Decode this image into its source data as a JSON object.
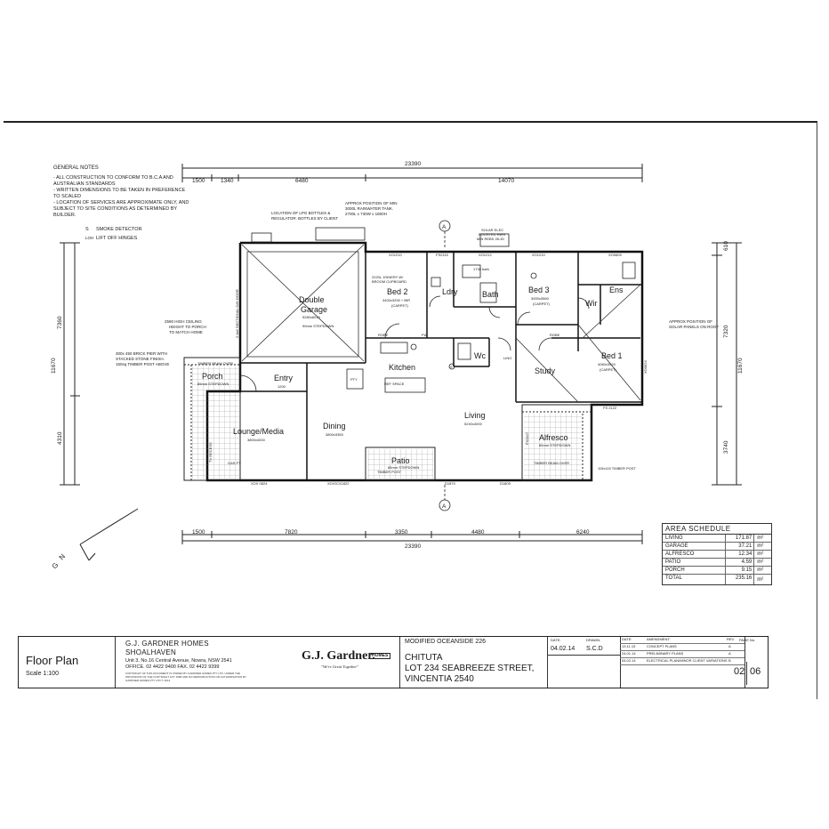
{
  "general_notes": {
    "title": "GENERAL NOTES",
    "lines": [
      "- ALL CONSTRUCTION TO CONFORM TO B.C.A AND",
      "AUSTRALIAN STANDARDS",
      "- WRITTEN DIMENSIONS TO BE TAKEN IN PREFERENCE",
      "TO SCALED",
      "- LOCATION OF SERVICES ARE APPROXIMATE ONLY, AND",
      "SUBJECT TO SITE CONDITIONS AS DETERMINED BY",
      "BUILDER."
    ]
  },
  "legend": {
    "smoke_symbol": "S",
    "smoke_label": "SMOKE DETECTOR",
    "lift_symbol": "LOH",
    "lift_label": "LIFT OFF HINGES"
  },
  "dimensions": {
    "top_total": "23390",
    "top_segments": [
      "1500",
      "1340",
      "6480",
      "14070"
    ],
    "bottom_total": "23390",
    "bottom_segments": [
      "1500",
      "7820",
      "3350",
      "4480",
      "6240"
    ],
    "left_total": "11670",
    "left_segments": [
      "7360",
      "4310"
    ],
    "right_total": "11670",
    "right_segments": [
      "610",
      "7320",
      "3740"
    ]
  },
  "rooms": {
    "garage_1": "Double",
    "garage_2": "Garage",
    "garage_size": "5280x6010",
    "garage_slab": "90mm STEPDOWN",
    "bed2": "Bed 2",
    "bed2_size": "3400x3290 + BIR",
    "bed2_carpet": "(CARPET)",
    "bed3": "Bed 3",
    "bed3_size": "3000x3560",
    "bed3_carpet": "(CARPET)",
    "bed1": "Bed 1",
    "bed1_size": "4060x3920",
    "bed1_carpet": "(CARPET)",
    "ldry": "Ldry",
    "bath": "Bath",
    "ens": "Ens",
    "wir": "Wir",
    "wc": "Wc",
    "study": "Study",
    "kitchen": "Kitchen",
    "entry": "Entry",
    "entry_size": "1200",
    "porch": "Porch",
    "porch_slab": "85mm STEPDOWN",
    "lounge": "Lounge/Media",
    "lounge_size": "3800x4000",
    "dining": "Dining",
    "dining_size": "3800x3350",
    "living": "Living",
    "living_size": "5240x4000",
    "alfresco": "Alfresco",
    "alfresco_slab": "85mm STEPDOWN",
    "patio": "Patio",
    "patio_slab": "85mm STEPDOWN"
  },
  "annotations": {
    "lpg": "LOCATION OF LPG BOTTLES &",
    "lpg2": "REGULATOR. BOTTLES BY CLIENT",
    "tank1": "APPROX POSITION OF MIN",
    "tank2": "3000L RAINWATER TANK.",
    "tank3": "2700L x 730W x 1800H",
    "solar1": "SOLAR ELEC",
    "solar2": "BOOSTED HWS",
    "solar3": "MIN REBS 28-30",
    "ceiling1": "2590 HIGH CEILING",
    "ceiling2": "HEIGHT TO PORCH",
    "ceiling3": "TO MATCH HOME",
    "pier1": "300x 450 BRICK PIER WITH",
    "pier2": "STACKED STONE FINISH.",
    "pier3": "150sq TIMBER POST ABOVE",
    "panels1": "APPROX POSITION OF",
    "panels2": "SOLAR PANELS ON ROOF",
    "bath_size": "1730 bath",
    "joinery1": "2220L JOINERY W/",
    "joinery2": "BROOM CUPBOARD",
    "beam_porch": "TIMBER BEAM OVER",
    "beam_alfresco": "TIMBER BEAM OVER",
    "timber_post": "115x115 TIMBER POST",
    "timber_post2": "TIMBER POST",
    "sectional_door": "2.4x6 SECTIONAL O/H DOOR",
    "tv_recess": "TV RECESS",
    "robe": "ROBE",
    "pantry": "PTY",
    "ref": "REF SPACE",
    "fw": "FW",
    "gas_pt": "GAS PT",
    "lino": "LINO",
    "smoke_s": "S",
    "section_a": "A"
  },
  "windows": {
    "w_top1": "XO1210",
    "w_top2": "FS2115",
    "w_top3": "XO1212",
    "w_top4": "XO1210",
    "w_top5": "XO0609",
    "w_bot1": "XOX 0824",
    "w_bot2": "XO/OCX1822",
    "w_bot3": "D1870",
    "w_bot4": "D1809",
    "w_right": "XO0624",
    "w_bed1": "FS 2122",
    "w_alf": "FS2427"
  },
  "area_schedule": {
    "title": "AREA SCHEDULE",
    "rows": [
      {
        "name": "LIVING",
        "value": "171.87",
        "unit": "m²"
      },
      {
        "name": "GARAGE",
        "value": "37.21",
        "unit": "m²"
      },
      {
        "name": "ALFRESCO",
        "value": "12.34",
        "unit": "m²"
      },
      {
        "name": "PATIO",
        "value": "4.59",
        "unit": "m²"
      },
      {
        "name": "PORCH",
        "value": "9.15",
        "unit": "m²"
      },
      {
        "name": "TOTAL",
        "value": "235.16",
        "unit": "m²"
      }
    ]
  },
  "north": {
    "label": "N",
    "label2": "G"
  },
  "title_block": {
    "drawing_title": "Floor Plan",
    "scale": "Scale 1:100",
    "company": "G.J. GARDNER HOMES",
    "branch": "SHOALHAVEN",
    "address": "Unit 3, No.16 Central Avenue, Nowra, NSW 2541",
    "phone": "OFFICE. 02 4422 9400      FAX. 02 4422 9399",
    "copyright1": "COPYRIGHT OF THIS DOCUMENT IS OWNED BY GARDNER HOMES PTY LTD. UNDER THE",
    "copyright2": "PROVISIONS OF THE COPYRIGHT ACT 1968 AND NO REPRODUCTION OR AUTHORISATION BY",
    "copyright3": "GARDNER HOMES PTY LTD          © 2014",
    "logo": "G.J. Gardner.",
    "logo_tag": "\"We're Great Together\"",
    "logo_homes": "HOMES",
    "model": "MODIFIED OCEANSIDE 226",
    "client": "CHITUTA",
    "lot": "LOT 234 SEABREEZE STREET,",
    "suburb": "VINCENTIA 2540",
    "date_label": "DATE:",
    "date": "04.02.14",
    "drawn_label": "DRAWN:",
    "drawn": "S.C.D",
    "amend_date_label": "DATE:",
    "amend_label": "AMENDMENT:",
    "rev_label": "REV",
    "amendments": [
      {
        "date": "13.11.13",
        "text": "CONCEPT PLANS",
        "rev": "A"
      },
      {
        "date": "24.01.14",
        "text": "PRELIMINARY PLANS",
        "rev": "A"
      },
      {
        "date": "04.02.14",
        "text": "ELECTRICAL PLAN/MINOR CLIENT VARIATIONS",
        "rev": "B"
      }
    ],
    "page_label": "PAGE No.",
    "page": "02",
    "pages": "06"
  }
}
